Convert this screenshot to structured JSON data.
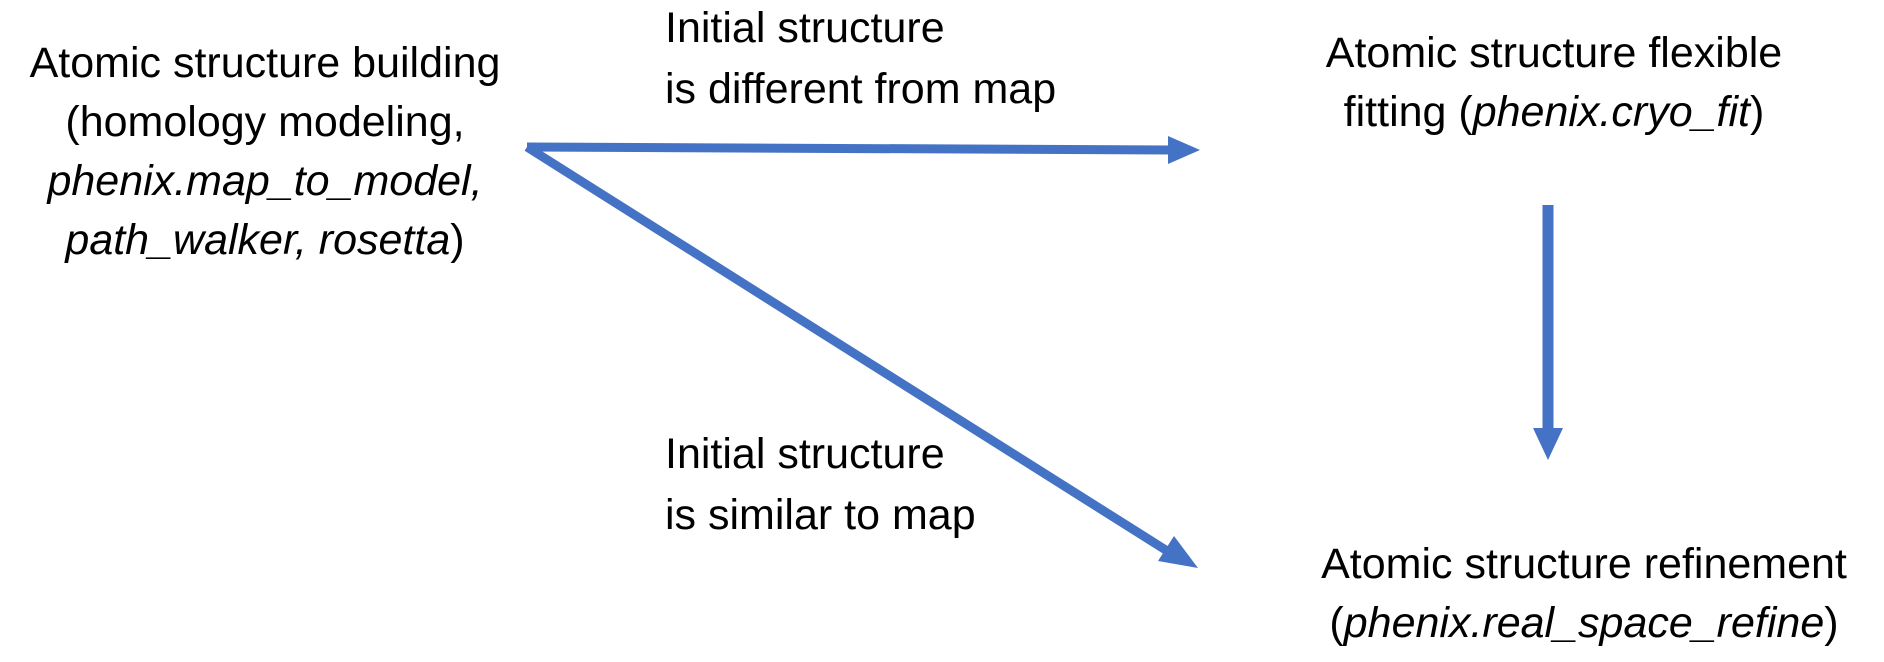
{
  "colors": {
    "arrow": "#4472c4",
    "text": "#000000",
    "background": "#ffffff"
  },
  "nodes": {
    "building": {
      "line1": "Atomic structure building",
      "line2": "(homology modeling,",
      "line3_italic": "phenix.map_to_model,",
      "line4_italic": "path_walker, rosetta",
      "line4_tail": ")"
    },
    "flexible_fitting": {
      "line1": "Atomic structure flexible",
      "line2_prefix": "fitting (",
      "line2_italic": "phenix.cryo_fit",
      "line2_suffix": ")"
    },
    "refinement": {
      "line1": "Atomic structure refinement",
      "line2_prefix": "(",
      "line2_italic": "phenix.real_space_refine",
      "line2_suffix": ")"
    }
  },
  "edge_labels": {
    "different": {
      "line1": "Initial structure",
      "line2": "is different from map"
    },
    "similar": {
      "line1": "Initial structure",
      "line2": "is similar to map"
    }
  }
}
